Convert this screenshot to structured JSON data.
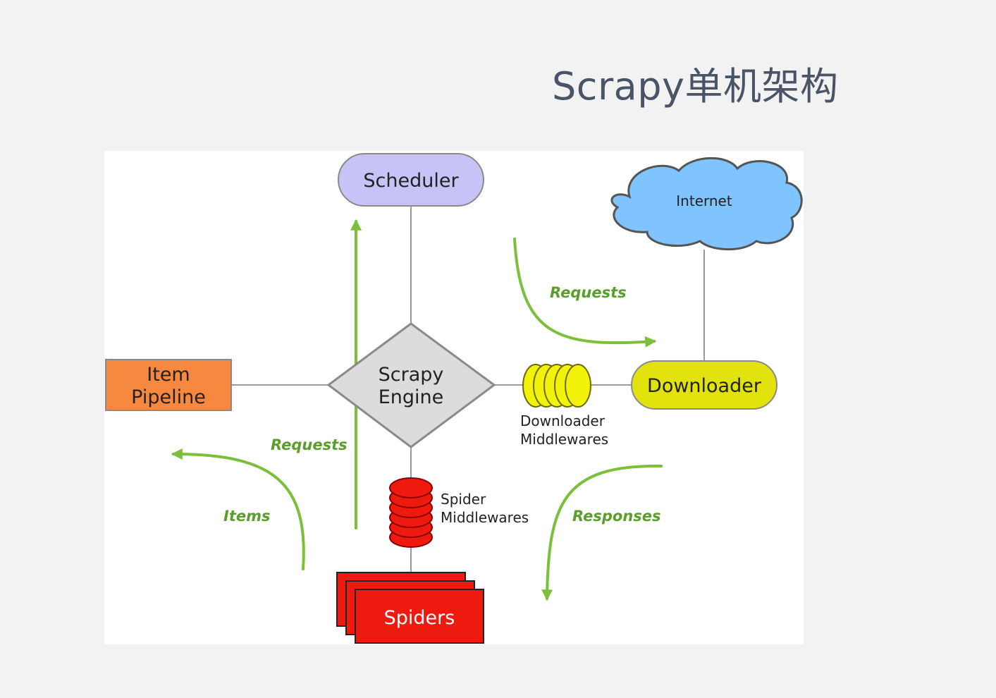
{
  "title": "Scrapy单机架构",
  "colors": {
    "flow_arrow": "#7bbf3a",
    "flow_label": "#5c9e2e",
    "connector": "#9a9a9a",
    "scheduler_fill": "#c6c3f6",
    "internet_fill": "#7fc3ff",
    "engine_fill": "#dcdcdc",
    "pipeline_fill": "#f7883f",
    "downloader_fill": "#e2e20c",
    "downloader_mw_fill": "#f2f20a",
    "spider_fill": "#ee1a10"
  },
  "nodes": {
    "scheduler": "Scheduler",
    "internet": "Internet",
    "engine_line1": "Scrapy",
    "engine_line2": "Engine",
    "pipeline_line1": "Item",
    "pipeline_line2": "Pipeline",
    "downloader": "Downloader",
    "spiders": "Spiders"
  },
  "middlewares": {
    "downloader_line1": "Downloader",
    "downloader_line2": "Middlewares",
    "spider_line1": "Spider",
    "spider_line2": "Middlewares"
  },
  "flows": {
    "requests_top": "Requests",
    "requests_left": "Requests",
    "items": "Items",
    "responses": "Responses"
  }
}
